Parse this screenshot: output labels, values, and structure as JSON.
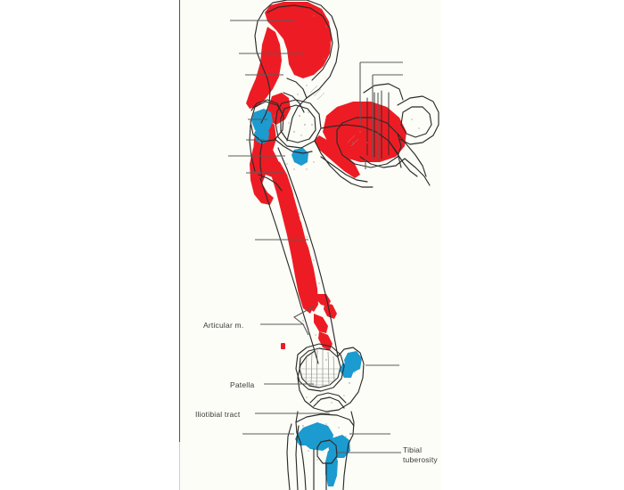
{
  "image": {
    "kind": "scanned-anatomical-illustration",
    "subject": "Hip, femur and knee — muscle attachment sites",
    "view": "anterior",
    "paper_color": "#fdfdf7",
    "canvas_color": "#ffffff",
    "page_edge_color": "#555049",
    "page_edge_light_color": "#bcd4e6"
  },
  "palette": {
    "red": "#ed1c24",
    "blue": "#1b9bd0",
    "ink": "#2b2b2b",
    "leader": "#5a5a5a",
    "text": "#3a3a3a",
    "shade": "#8c8c8c"
  },
  "legend": {
    "red_meaning": "red",
    "blue_meaning": "blue"
  },
  "labels": [
    {
      "id": "articular",
      "text": "Articular m."
    },
    {
      "id": "patella",
      "text": "Patella"
    },
    {
      "id": "iliotibial",
      "text": "Iliotibial tract"
    },
    {
      "id": "tibial_line1",
      "text": "Tibial"
    },
    {
      "id": "tibial_line2",
      "text": "tuberosity"
    }
  ],
  "bones": [
    "ilium",
    "pubis",
    "ischium",
    "sacrum",
    "femur",
    "greater trochanter",
    "lesser trochanter",
    "patella",
    "tibia",
    "fibula"
  ],
  "leader_lines": {
    "left_unlabeled_count": 9,
    "right_unlabeled_count": 4,
    "labeled_count": 4
  }
}
